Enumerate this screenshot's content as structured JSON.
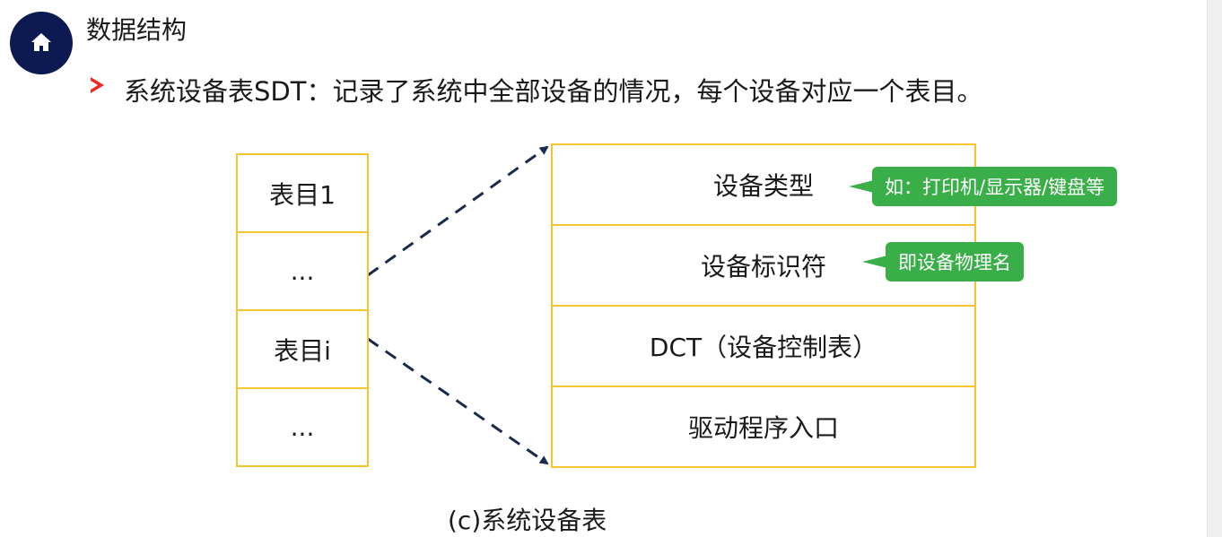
{
  "header": {
    "title": "数据结构",
    "icon": "home-icon"
  },
  "bullet": {
    "text": "系统设备表SDT：记录了系统中全部设备的情况，每个设备对应一个表目。"
  },
  "left_table": {
    "rows": [
      "表目1",
      "...",
      "表目i",
      "..."
    ]
  },
  "right_table": {
    "rows": [
      "设备类型",
      "设备标识符",
      "DCT（设备控制表）",
      "驱动程序入口"
    ]
  },
  "callouts": {
    "device_type_note": "如：打印机/显示器/键盘等",
    "device_id_note": "即设备物理名"
  },
  "caption": "(c)系统设备表",
  "colors": {
    "badge": "#0d1a52",
    "cell_border": "#f5c530",
    "callout": "#3aae48",
    "arrow": "#1b2a4a",
    "bullet": "#ee2a24"
  }
}
